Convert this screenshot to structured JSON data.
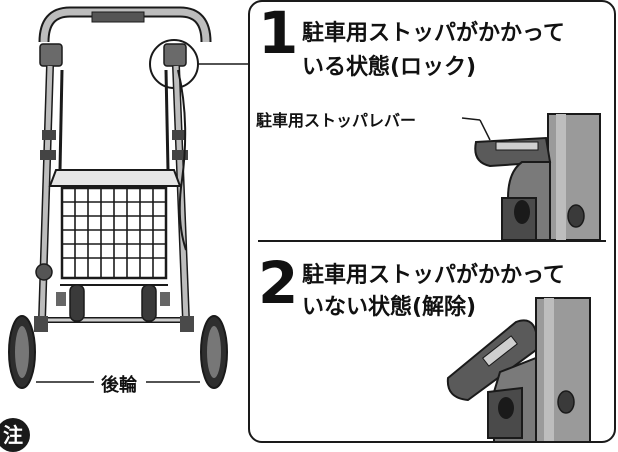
{
  "step1": {
    "number": "1",
    "line1": "駐車用ストッパがかかって",
    "line2": "いる状態(ロック)"
  },
  "lever_label": "駐車用ストッパレバー",
  "step2": {
    "number": "2",
    "line1": "駐車用ストッパがかかって",
    "line2": "いない状態(解除)"
  },
  "rear_wheel_label": "後輪",
  "note_badge": "注",
  "icons": [
    "walker-illustration",
    "lever-locked-illustration",
    "lever-unlocked-illustration"
  ],
  "colors": {
    "line": "#1a1a1a",
    "frame_gray": "#9a9a9a",
    "dark_gray": "#4a4a4a",
    "light_gray": "#c8c8c8"
  }
}
